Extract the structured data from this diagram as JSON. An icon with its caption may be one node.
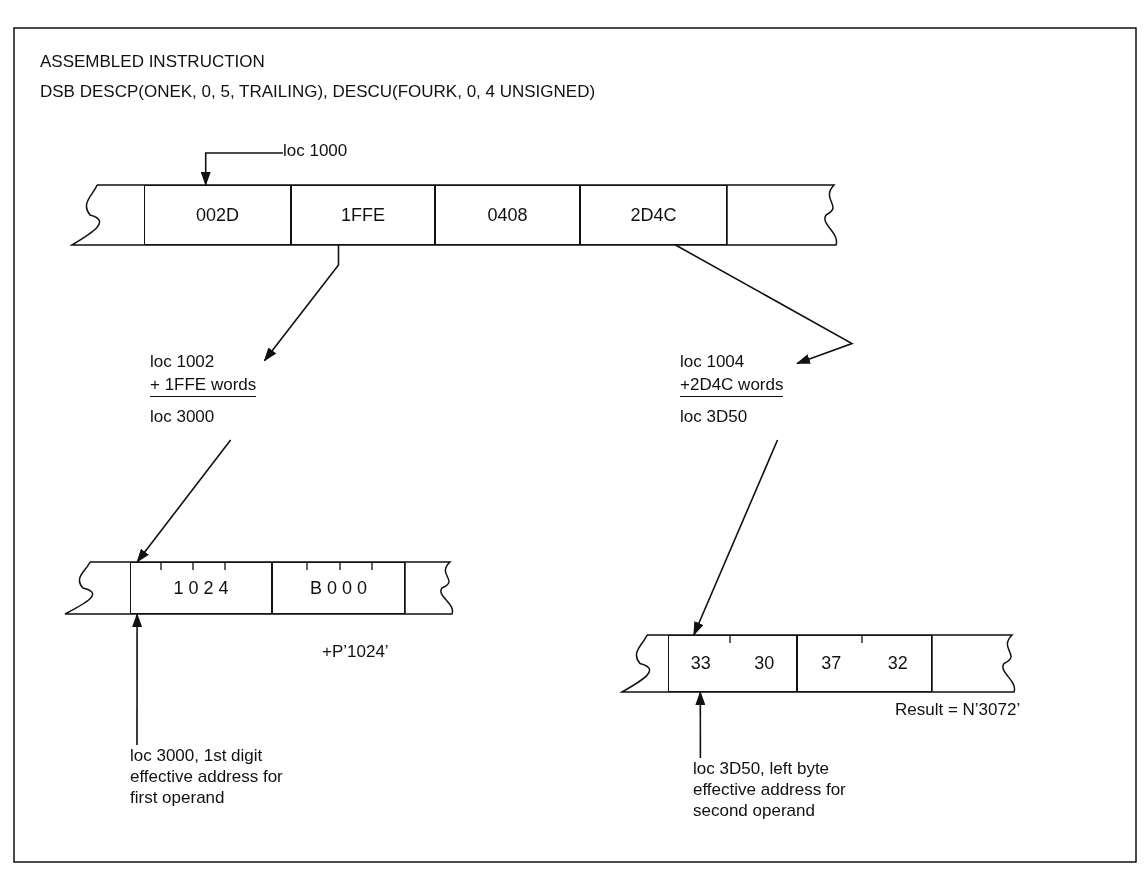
{
  "diagram": {
    "title": "ASSEMBLED INSTRUCTION",
    "nodes": [
      {
        "text": [
          "loc 1000"
        ]
      },
      {
        "text": [
          "002D"
        ]
      },
      {
        "text": [
          "1FFE"
        ]
      },
      {
        "text": [
          "0408"
        ]
      },
      {
        "text": [
          "2D4C"
        ]
      },
      {
        "text": [
          "loc 1002",
          "+ 1FFE words",
          "loc 3000"
        ]
      },
      {
        "text": [
          "loc 1004",
          "+2D4C words",
          "loc 3D50"
        ]
      },
      {
        "text": [
          "1 0 2 4"
        ]
      },
      {
        "text": [
          "B 0 0 0"
        ]
      },
      {
        "text": [
          "33",
          "30"
        ]
      },
      {
        "text": [
          "37",
          "32"
        ]
      },
      {
        "text": [
          "loc 3000, 1st digit effective address for first operand"
        ]
      },
      {
        "text": [
          "loc 3D50, left byte effective address for second operand"
        ]
      }
    ],
    "edges": [
      {
        "from": 0,
        "to": 1,
        "arrow": "to"
      },
      {
        "from": 2,
        "to": 5,
        "arrow": "to"
      },
      {
        "from": 4,
        "to": 6,
        "arrow": "to"
      },
      {
        "from": 5,
        "to": 7,
        "arrow": "to"
      },
      {
        "from": 6,
        "to": 9,
        "arrow": "to"
      },
      {
        "from": 11,
        "to": 7,
        "arrow": "to"
      },
      {
        "from": 12,
        "to": 9,
        "arrow": "to"
      }
    ],
    "labels": [
      "DSB DESCP(ONEK, 0, 5, TRAILING), DESCU(FOURK, 0, 4 UNSIGNED)",
      "+P’1024’",
      "Result = N’3072’"
    ]
  }
}
